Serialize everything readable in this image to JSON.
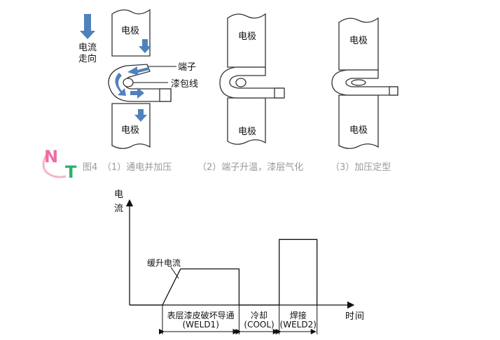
{
  "legend": {
    "current_direction": [
      "电流",
      "走向"
    ]
  },
  "panels": [
    {
      "electrode_top": "电极",
      "electrode_bottom": "电极",
      "callout_terminal": "端子",
      "callout_wire": "漆包线"
    },
    {
      "electrode_top": "电极",
      "electrode_bottom": "电极"
    },
    {
      "electrode_top": "电极",
      "electrode_bottom": "电极"
    }
  ],
  "captions": {
    "fig_prefix": "图4",
    "step1": "（1）通电并加压",
    "step2": "（2）端子升温，漆层气化",
    "step3": "（3）加压定型"
  },
  "logo": {
    "letters": [
      "N",
      "T"
    ],
    "colors": {
      "n": "#f06aa5",
      "t": "#29b36b",
      "arc": "#f5b6c4"
    }
  },
  "chart_data": {
    "type": "line",
    "ylabel": [
      "电",
      "流"
    ],
    "xlabel": [
      "时",
      "间"
    ],
    "annotation": "缓升电流",
    "phases": [
      {
        "name": "表层漆皮破坏导通",
        "code": "(WELD1)"
      },
      {
        "name": "冷却",
        "code": "(COOL)"
      },
      {
        "name": "焊接",
        "code": "(WELD2)"
      }
    ],
    "x": [
      0,
      1,
      1.55,
      3.33,
      3.33,
      4.55,
      4.55,
      5.7,
      5.7
    ],
    "y": [
      0,
      0,
      0.55,
      0.55,
      0,
      0,
      1,
      1,
      0
    ],
    "xlim": [
      0,
      6.6
    ],
    "ylim": [
      0,
      1.6
    ],
    "phase_bounds": [
      1,
      3.33,
      4.55,
      5.7
    ]
  },
  "colors": {
    "arrow": "#4f81bd",
    "stroke": "#333333",
    "caption": "#9a9a9a"
  }
}
